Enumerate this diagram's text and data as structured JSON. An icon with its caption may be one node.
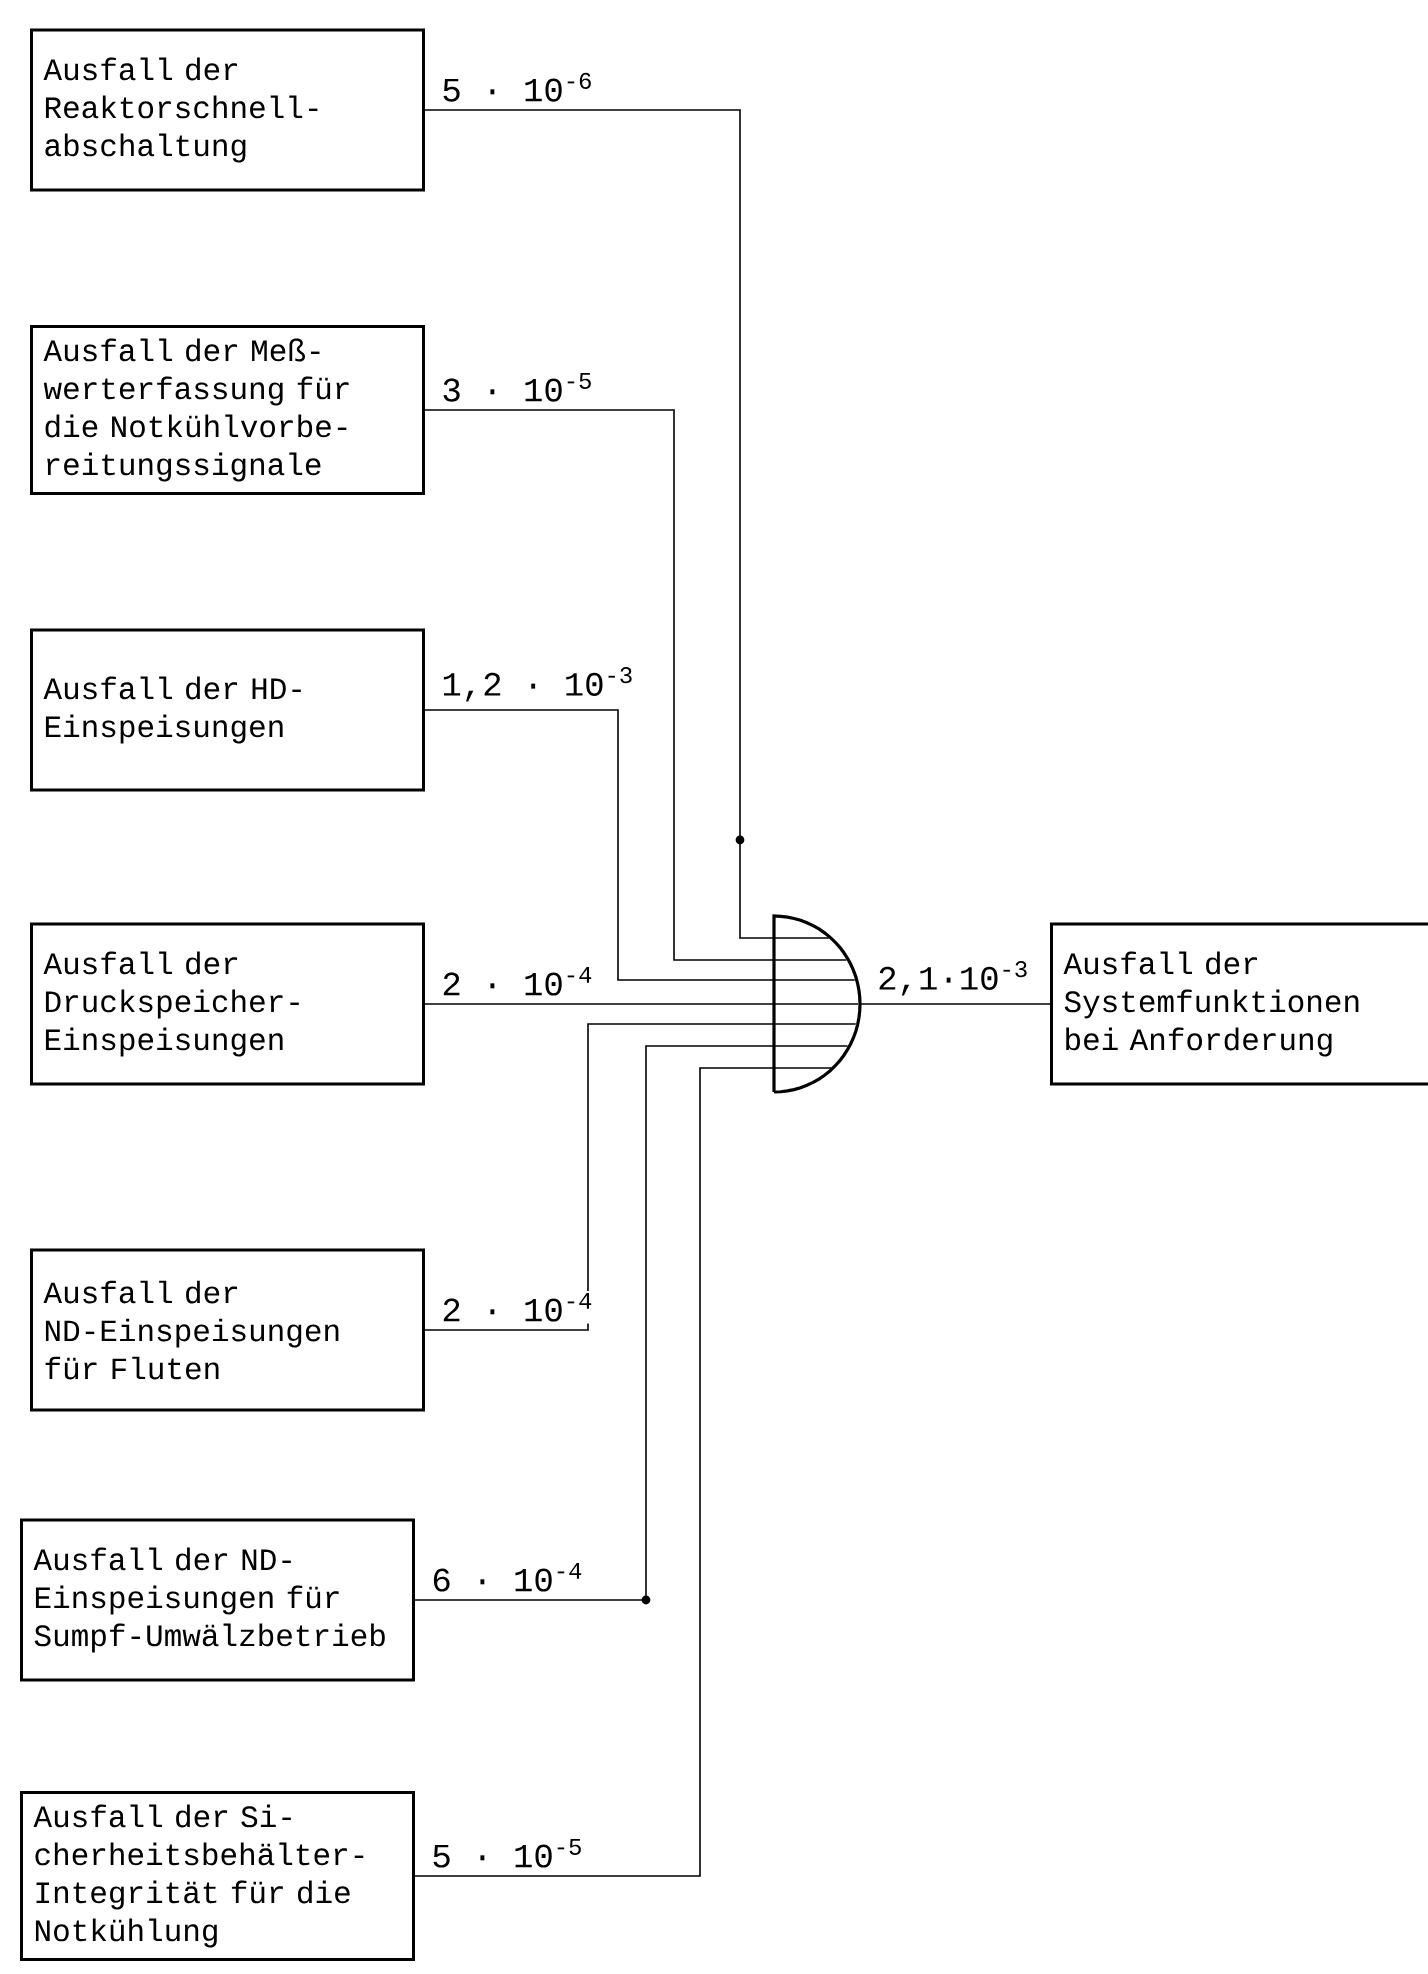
{
  "diagram": {
    "nodes": [
      {
        "text": [
          "Ausfall der Reaktorschnell- abschaltung"
        ]
      },
      {
        "text": [
          "Ausfall der Meß- werterfassung für die Notkühlvorbe- reitungssignale"
        ]
      },
      {
        "text": [
          "Ausfall der HD- Einspeisungen"
        ]
      },
      {
        "text": [
          "Ausfall der Druckspeicher- Einspeisungen"
        ]
      },
      {
        "text": [
          "Ausfall der ND-Einspeisungen für Fluten"
        ]
      },
      {
        "text": [
          "Ausfall der ND- Einspeisungen für Sumpf-Umwälzbetrieb"
        ]
      },
      {
        "text": [
          "Ausfall der Si- cherheitsbehälter- Integrität für die Notkühlung"
        ]
      },
      {
        "text": [],
        "shape": "gate"
      },
      {
        "text": [
          "Ausfall der Systemfunktionen bei Anforderung"
        ]
      }
    ],
    "edges": [
      {
        "from": 0,
        "to": 7,
        "arrow": "none",
        "label": "5 · 10$^{-6}$"
      },
      {
        "from": 1,
        "to": 7,
        "arrow": "none",
        "label": "3 · 10$^{-5}$"
      },
      {
        "from": 2,
        "to": 7,
        "arrow": "none",
        "label": "1,2 · 10$^{-3}$"
      },
      {
        "from": 3,
        "to": 7,
        "arrow": "none",
        "label": "2 · 10$^{-4}$"
      },
      {
        "from": 4,
        "to": 7,
        "arrow": "none",
        "label": "2 · 10$^{-4}$"
      },
      {
        "from": 5,
        "to": 7,
        "arrow": "none",
        "label": "6 · 10$^{-4}$"
      },
      {
        "from": 6,
        "to": 7,
        "arrow": "none",
        "label": "5 · 10$^{-5}$"
      },
      {
        "from": 7,
        "to": 8,
        "arrow": "none",
        "label": "2,1·10$^{-3}$"
      }
    ]
  }
}
